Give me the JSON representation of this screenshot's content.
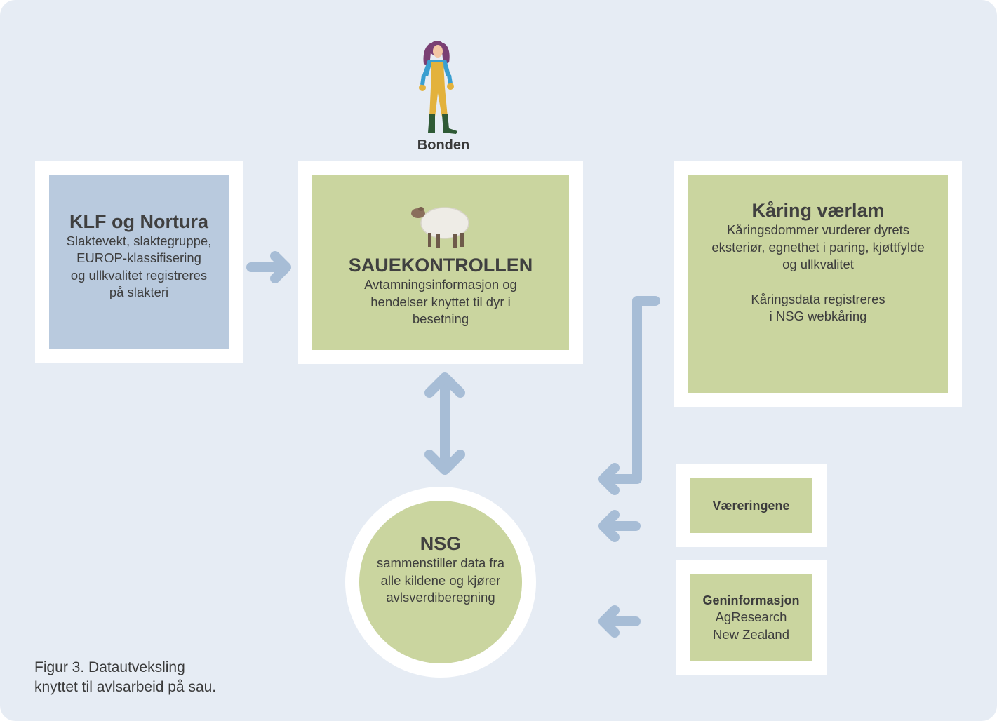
{
  "farmer": {
    "label": "Bonden",
    "icon": "farmer-icon"
  },
  "klf": {
    "title": "KLF og Nortura",
    "lines": [
      "Slaktevekt, slaktegruppe,",
      "EUROP-klassifisering",
      "og ullkvalitet registreres",
      "på slakteri"
    ]
  },
  "sauekontrollen": {
    "title": "SAUEKONTROLLEN",
    "lines": [
      "Avtamningsinformasjon og",
      "hendelser knyttet til dyr i",
      "besetning"
    ],
    "icon": "sheep-icon"
  },
  "karing": {
    "title": "Kåring værlam",
    "lines": [
      "Kåringsdommer vurderer dyrets",
      "eksteriør, egnethet i paring, kjøttfylde",
      "og ullkvalitet"
    ],
    "lines2": [
      "Kåringsdata registreres",
      "i NSG webkåring"
    ]
  },
  "nsg": {
    "title": "NSG",
    "lines": [
      "sammenstiller data fra",
      "alle kildene og kjører",
      "avlsverdiberegning"
    ]
  },
  "vaeringene": {
    "title": "Væreringene"
  },
  "geninfo": {
    "title": "Geninformasjon",
    "lines": [
      "AgResearch",
      "New Zealand"
    ]
  },
  "caption": {
    "lines": [
      "Figur 3. Datautveksling",
      "knyttet til avlsarbeid på sau."
    ]
  },
  "colors": {
    "background": "#e6ecf4",
    "green": "#cad59f",
    "blue": "#b9cade",
    "arrow": "#a7bdd6"
  }
}
